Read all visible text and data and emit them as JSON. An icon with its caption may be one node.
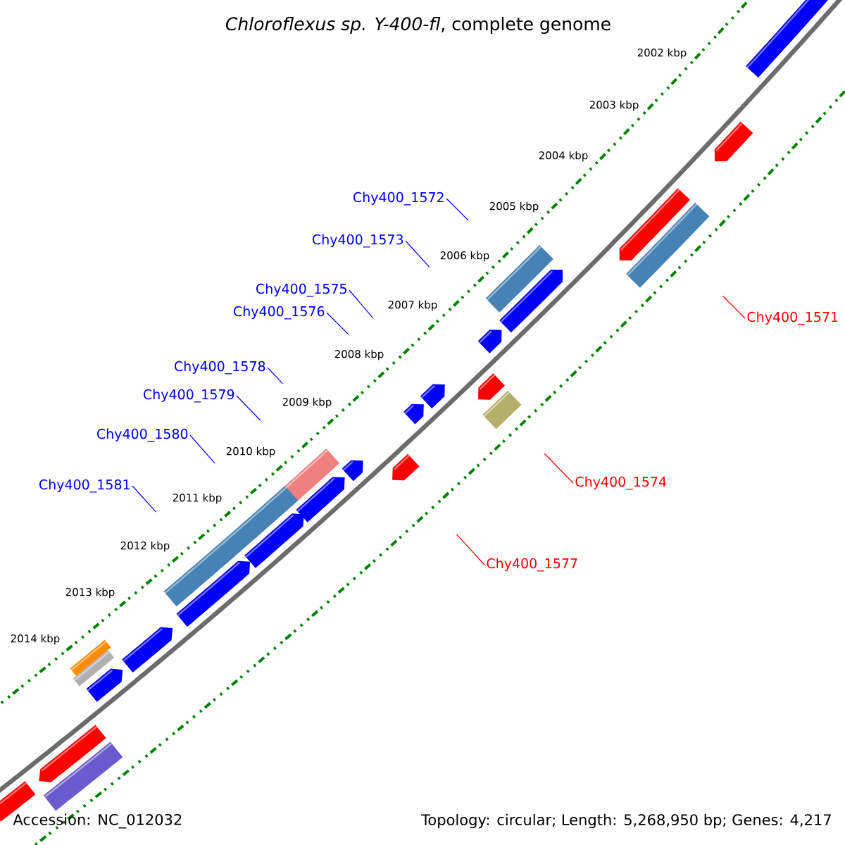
{
  "diagram": {
    "title": "*Chloroflexus sp. Y-400-fl*, complete genome",
    "nodes": [
      {
        "text": [
          "Chy400_1572"
        ]
      },
      {
        "text": [
          "Chy400_1573"
        ]
      },
      {
        "text": [
          "Chy400_1575"
        ]
      },
      {
        "text": [
          "Chy400_1576"
        ]
      },
      {
        "text": [
          "Chy400_1571"
        ]
      },
      {
        "text": [
          "Chy400_1578"
        ]
      },
      {
        "text": [
          "Chy400_1579"
        ]
      },
      {
        "text": [
          "Chy400_1580"
        ]
      },
      {
        "text": [
          "Chy400_1574"
        ]
      },
      {
        "text": [
          "Chy400_1581"
        ]
      },
      {
        "text": [
          "Chy400_1577"
        ]
      }
    ],
    "edges": [
      {
        "from": 0,
        "to": null,
        "arrow": "none"
      },
      {
        "from": 1,
        "to": null,
        "arrow": "none"
      },
      {
        "from": 2,
        "to": null,
        "arrow": "none"
      },
      {
        "from": 3,
        "to": null,
        "arrow": "none"
      },
      {
        "from": 4,
        "to": null,
        "arrow": "none",
        "color": "#ff0000"
      },
      {
        "from": 5,
        "to": null,
        "arrow": "none"
      },
      {
        "from": 6,
        "to": null,
        "arrow": "none"
      },
      {
        "from": 7,
        "to": null,
        "arrow": "none"
      },
      {
        "from": 8,
        "to": null,
        "arrow": "none",
        "color": "#ff0000"
      },
      {
        "from": 9,
        "to": null,
        "arrow": "none"
      },
      {
        "from": 10,
        "to": null,
        "arrow": "none",
        "color": "#ff0000"
      }
    ],
    "labels": [
      "2002 kbp",
      "2003 kbp",
      "2004 kbp",
      "2005 kbp",
      "2006 kbp",
      "2007 kbp",
      "2008 kbp",
      "2009 kbp",
      "2010 kbp",
      "2011 kbp",
      "2012 kbp",
      "2013 kbp",
      "2014 kbp",
      "Accession: NC_012032",
      "Topology: circular; Length: 5,268,950 bp; Genes: 4,217"
    ]
  }
}
